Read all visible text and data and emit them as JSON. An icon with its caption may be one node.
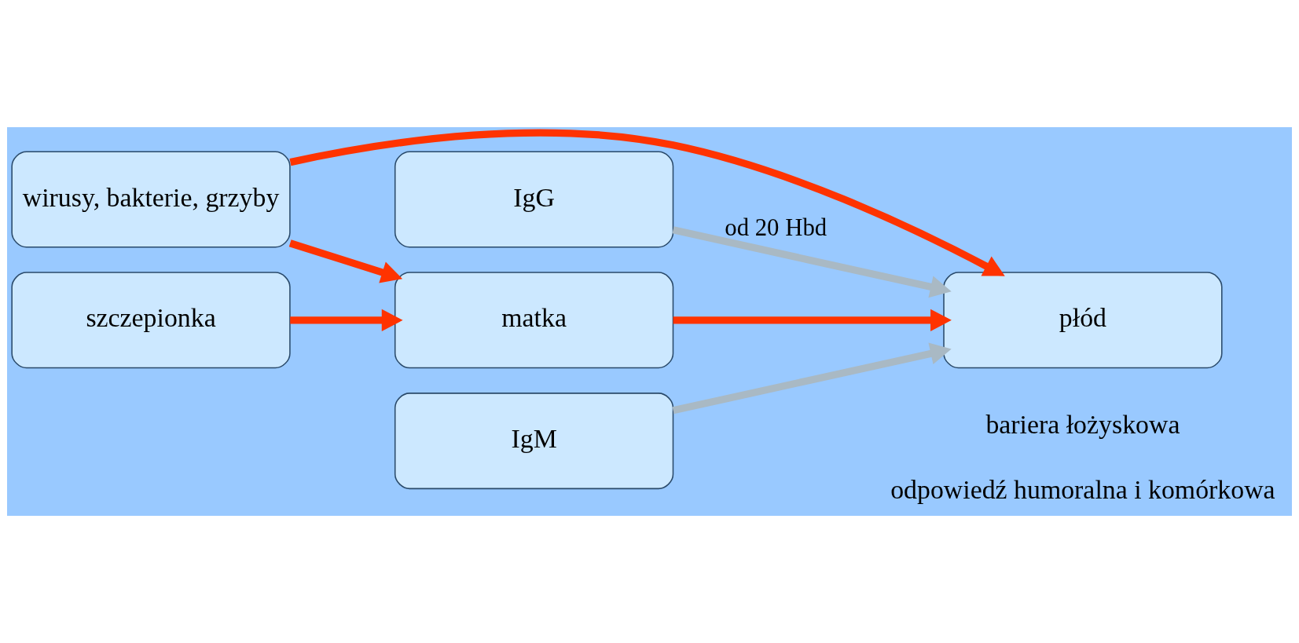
{
  "diagram": {
    "nodes": [
      {
        "text": [
          "wirusy, bakterie, grzyby"
        ]
      },
      {
        "text": [
          "szczepionka"
        ]
      },
      {
        "text": [
          "IgG"
        ]
      },
      {
        "text": [
          "matka"
        ]
      },
      {
        "text": [
          "IgM"
        ]
      },
      {
        "text": [
          "płód"
        ]
      }
    ],
    "edges": [
      {
        "from": 0,
        "to": 3,
        "arrow": "to"
      },
      {
        "from": 1,
        "to": 3,
        "arrow": "to"
      },
      {
        "from": 3,
        "to": 5,
        "arrow": "to"
      },
      {
        "from": 0,
        "to": 5,
        "arrow": "to"
      },
      {
        "from": 2,
        "to": 5,
        "arrow": "to",
        "label": "od 20 Hbd",
        "color": "#a9b9c4"
      },
      {
        "from": 4,
        "to": 5,
        "arrow": "to",
        "color": "#a9b9c4"
      }
    ],
    "labels": [
      "bariera łożyskowa",
      "odpowiedź humoralna i komórkowa"
    ]
  }
}
